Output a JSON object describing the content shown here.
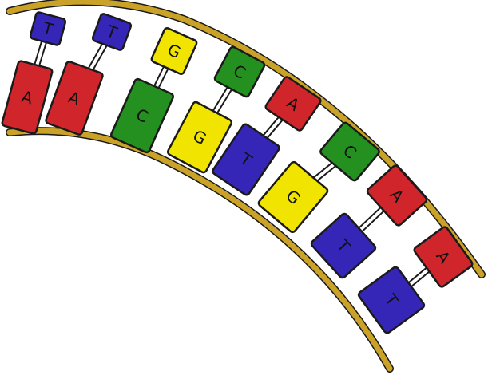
{
  "colors": {
    "A": "#d0262b",
    "T": "#3626b8",
    "G": "#f0e400",
    "C": "#23901f",
    "backbone": "#c9a227",
    "outline": "#1a1a1a"
  },
  "pairs": [
    {
      "top": "T",
      "bottom": "A"
    },
    {
      "top": "T",
      "bottom": "A"
    },
    {
      "top": "G",
      "bottom": "C"
    },
    {
      "top": "C",
      "bottom": "G"
    },
    {
      "top": "A",
      "bottom": "T"
    },
    {
      "top": "C",
      "bottom": "G"
    },
    {
      "top": "A",
      "bottom": "T"
    },
    {
      "top": "A",
      "bottom": "T"
    }
  ]
}
